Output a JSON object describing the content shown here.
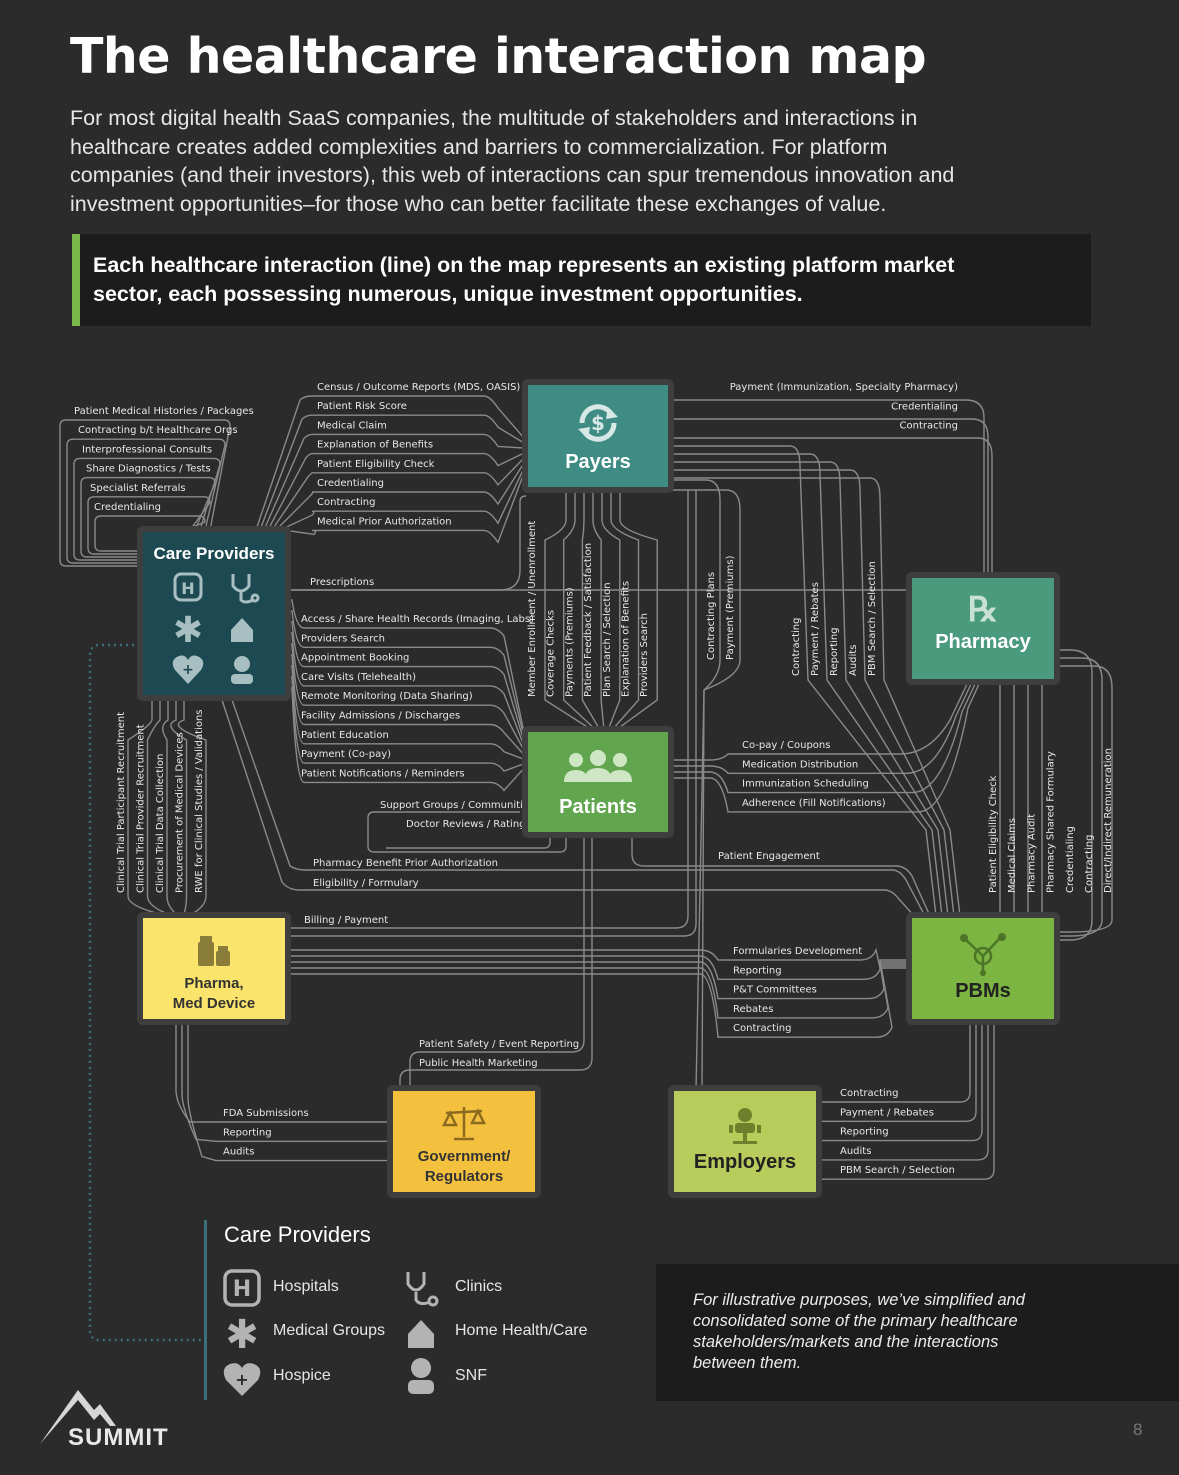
{
  "title": "The healthcare interaction map",
  "intro": [
    "For most digital health SaaS companies, the multitude of stakeholders and interactions in",
    "healthcare creates added complexities and barriers to commercialization. For platform",
    "companies (and their investors), this web of interactions can spur tremendous innovation and",
    "investment opportunities–for those who can better facilitate these exchanges of value."
  ],
  "callout": [
    "Each healthcare interaction (line) on the map represents an existing platform market",
    "sector, each possessing numerous, unique investment opportunities."
  ],
  "colors": {
    "background": "#2b2b2b",
    "payers": "#3f8c84",
    "care_providers": "#1d4a52",
    "pharmacy": "#4a9a7e",
    "patients": "#62a54f",
    "pbms": "#7cb541",
    "pharma": "#fbe46b",
    "government": "#f4c13f",
    "employers": "#b7cc5a",
    "callout_bar": "#7bb84a"
  },
  "nodes": {
    "payers": "Payers",
    "care_providers": "Care Providers",
    "pharmacy": "Pharmacy",
    "patients": "Patients",
    "pharma": [
      "Pharma,",
      "Med Device"
    ],
    "pbms": "PBMs",
    "government": [
      "Government/",
      "Regulators"
    ],
    "employers": "Employers"
  },
  "icons": {
    "payers": "dollar-cycle-icon",
    "pharmacy": "rx-icon",
    "patients": "people-icon",
    "pharma": "medicine-bottles-icon",
    "pbms": "network-icon",
    "government": "scales-icon",
    "employers": "office-chair-icon"
  },
  "labels": {
    "cp_self": [
      "Patient Medical Histories / Packages",
      "Contracting b/t Healthcare Orgs",
      "Interprofessional Consults",
      "Share Diagnostics / Tests",
      "Specialist Referrals",
      "Credentialing"
    ],
    "cp_payers": [
      "Census / Outcome Reports (MDS, OASIS)",
      "Patient Risk Score",
      "Medical Claim",
      "Explanation of Benefits",
      "Patient Eligibility Check",
      "Credentialing",
      "Contracting",
      "Medical Prior Authorization"
    ],
    "cp_pharmacy": [
      "Prescriptions"
    ],
    "cp_patients": [
      "Access / Share Health Records (Imaging, Labs)",
      "Providers Search",
      "Appointment Booking",
      "Care Visits (Telehealth)",
      "Remote Monitoring (Data Sharing)",
      "Facility Admissions / Discharges",
      "Patient Education",
      "Payment (Co-pay)",
      "Patient Notifications / Reminders"
    ],
    "patients_self": [
      "Support Groups / Communities",
      "Doctor Reviews / Ratings"
    ],
    "cp_pbm": [
      "Pharmacy Benefit Prior Authorization",
      "Eligibility / Formulary"
    ],
    "pharma_payers": [
      "Billing / Payment"
    ],
    "payers_pharmacy": [
      "Payment (Immunization, Specialty Pharmacy)",
      "Credentialing",
      "Contracting"
    ],
    "payers_patients": [
      "Member Enrollment / Unenrollment",
      "Coverage Checks",
      "Payments (Premiums)",
      "Patient Feedback / Satisfaction",
      "Plan Search / Selection",
      "Explanation of Benefits",
      "Providers Search"
    ],
    "payers_employers": [
      "Contracting Plans",
      "Payment (Premiums)"
    ],
    "payers_pbm": [
      "Contracting",
      "Payment / Rebates",
      "Reporting",
      "Audits",
      "PBM Search / Selection"
    ],
    "cp_pharma": [
      "Clinical Trial Participant Recruitment",
      "Clinical Trial Provider Recruitment",
      "Clinical Trial Data Collection",
      "Procurement of Medical Devices",
      "RWE for Clinical Studies / Validations"
    ],
    "patients_pharmacy": [
      "Co-pay / Coupons",
      "Medication Distribution",
      "Immunization Scheduling",
      "Adherence (Fill Notifications)"
    ],
    "patients_pbm": [
      "Patient Engagement"
    ],
    "pharmacy_pbm": [
      "Patient Eligibility Check",
      "Medical Claims",
      "Pharmacy Audit",
      "Pharmacy Shared Formulary",
      "Credentialing",
      "Contracting",
      "Direct/Indirect Remuneration"
    ],
    "pharma_pbm": [
      "Formularies Development",
      "Reporting",
      "P&T Committees",
      "Rebates",
      "Contracting"
    ],
    "gov_patients": [
      "Patient Safety / Event Reporting",
      "Public Health Marketing"
    ],
    "pharma_gov": [
      "FDA Submissions",
      "Reporting",
      "Audits"
    ],
    "pbm_employers": [
      "Contracting",
      "Payment / Rebates",
      "Reporting",
      "Audits",
      "PBM Search / Selection"
    ]
  },
  "legend": {
    "title": "Care Providers",
    "items": [
      {
        "label": "Hospitals",
        "icon": "hospital-icon"
      },
      {
        "label": "Clinics",
        "icon": "stethoscope-icon"
      },
      {
        "label": "Medical Groups",
        "icon": "medical-asterisk-icon"
      },
      {
        "label": "Home Health/Care",
        "icon": "home-icon"
      },
      {
        "label": "Hospice",
        "icon": "heart-plus-icon"
      },
      {
        "label": "SNF",
        "icon": "nurse-icon"
      }
    ]
  },
  "note": [
    "For illustrative purposes, we’ve simplified and",
    "consolidated some of the primary healthcare",
    "stakeholders/markets and the interactions",
    "between them."
  ],
  "brand": "SUMMIT",
  "page_number": "8"
}
